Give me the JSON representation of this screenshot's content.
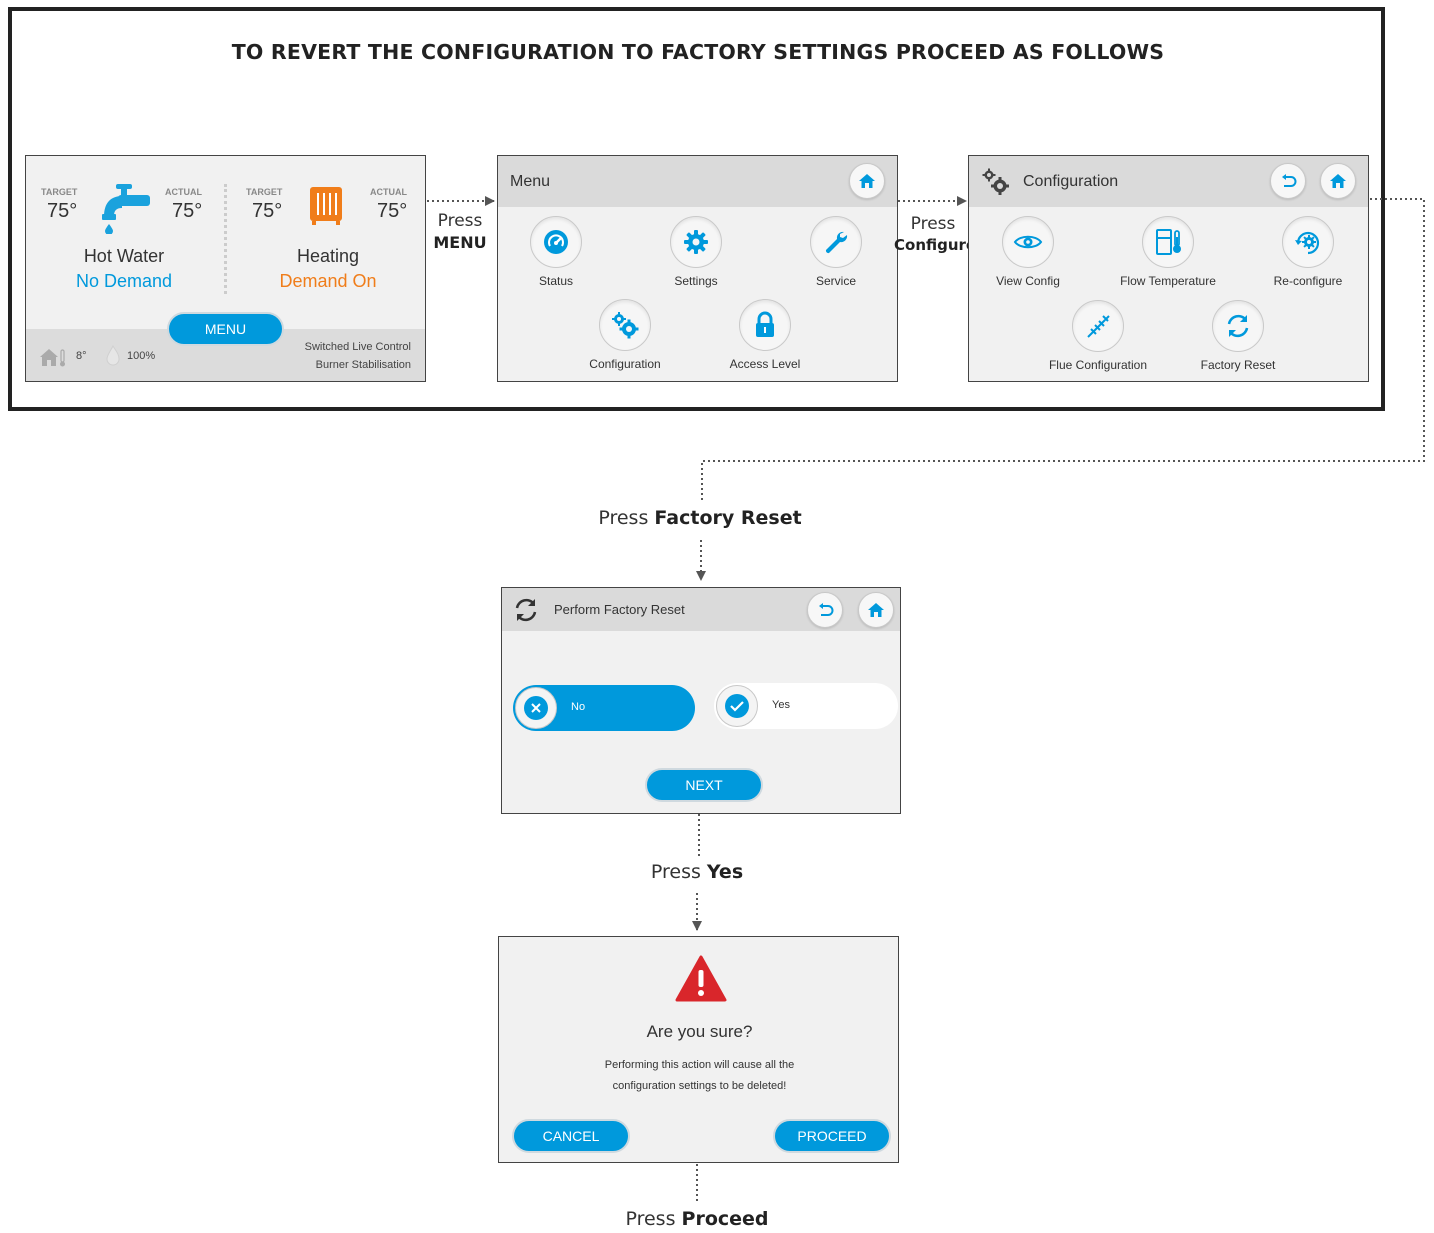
{
  "title": "TO REVERT THE CONFIGURATION TO FACTORY SETTINGS PROCEED AS FOLLOWS",
  "colors": {
    "accent": "#0099dc",
    "heating": "#f07d1a",
    "warning": "#d9262b",
    "header": "#dadada",
    "screen_bg": "#f1f1f1"
  },
  "home_screen": {
    "hot_water": {
      "target_label": "TARGET",
      "target": "75°",
      "actual_label": "ACTUAL",
      "actual": "75°",
      "name": "Hot Water",
      "status": "No Demand",
      "icon": "tap-icon"
    },
    "heating": {
      "target_label": "TARGET",
      "target": "75°",
      "actual_label": "ACTUAL",
      "actual": "75°",
      "name": "Heating",
      "status": "Demand On",
      "icon": "radiator-icon"
    },
    "menu_button": "MENU",
    "outdoor_temp": "8°",
    "flame_level": "100%",
    "status_line1": "Switched Live Control",
    "status_line2": "Burner Stabilisation"
  },
  "step1": {
    "press": "Press",
    "target": "MENU"
  },
  "menu_screen": {
    "title": "Menu",
    "items": [
      {
        "label": "Status",
        "icon": "gauge-icon"
      },
      {
        "label": "Settings",
        "icon": "gear-icon"
      },
      {
        "label": "Service",
        "icon": "wrench-icon"
      },
      {
        "label": "Configuration",
        "icon": "gears-icon"
      },
      {
        "label": "Access Level",
        "icon": "lock-icon"
      }
    ]
  },
  "step2": {
    "press": "Press",
    "target": "Configure"
  },
  "config_screen": {
    "title": "Configuration",
    "items": [
      {
        "label": "View Config",
        "icon": "eye-icon"
      },
      {
        "label": "Flow Temperature",
        "icon": "thermometer-icon"
      },
      {
        "label": "Re-configure",
        "icon": "reconfigure-icon"
      },
      {
        "label": "Flue Configuration",
        "icon": "flue-icon"
      },
      {
        "label": "Factory Reset",
        "icon": "refresh-icon"
      }
    ]
  },
  "step3": {
    "press": "Press",
    "target": "Factory Reset"
  },
  "reset_screen": {
    "title": "Perform Factory Reset",
    "no_label": "No",
    "yes_label": "Yes",
    "selected": "No",
    "next_button": "NEXT"
  },
  "step4": {
    "press": "Press",
    "target": "Yes"
  },
  "confirm_screen": {
    "heading": "Are you sure?",
    "message_line1": "Performing this action will cause all the",
    "message_line2": "configuration settings to be deleted!",
    "cancel_button": "CANCEL",
    "proceed_button": "PROCEED"
  },
  "step5": {
    "press": "Press",
    "target": "Proceed"
  }
}
